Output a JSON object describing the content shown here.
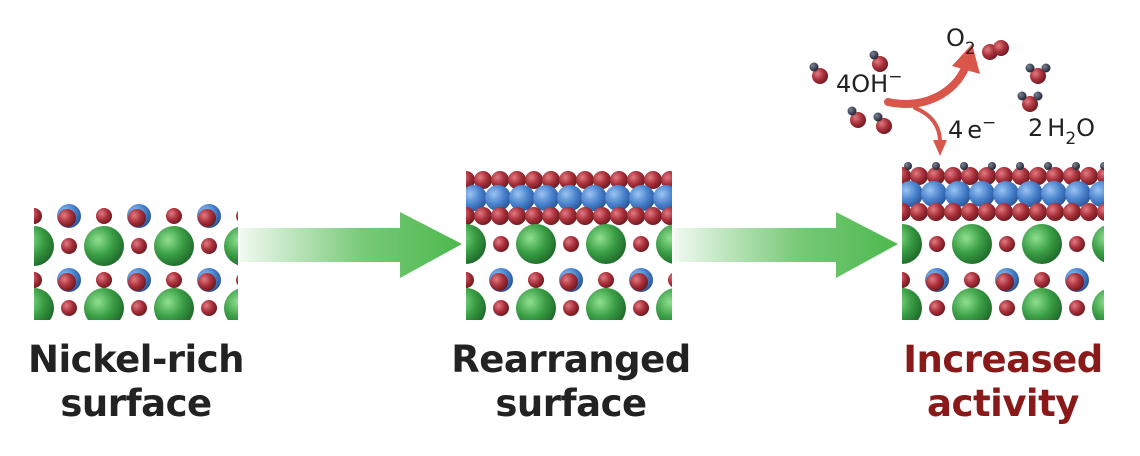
{
  "colors": {
    "ni": "#3a9e45",
    "fe": "#4a84cf",
    "o": "#a8303a",
    "h": "#333a4a",
    "arrow": "#4cb84c",
    "reaction_arrow": "#d9574a",
    "caption_dark": "#222222",
    "caption_red": "#8a1a1a"
  },
  "panels": [
    {
      "name": "nickel-rich",
      "caption_lines": [
        "Nickel-rich",
        "surface"
      ],
      "style": "dark"
    },
    {
      "name": "rearranged",
      "caption_lines": [
        "Rearranged",
        "surface"
      ],
      "style": "dark"
    },
    {
      "name": "increased",
      "caption_lines": [
        "Increased",
        "activity"
      ],
      "style": "red"
    }
  ],
  "reaction": {
    "reactant": {
      "coef": "4",
      "base": "OH",
      "sup": "−"
    },
    "electrons": {
      "coef": "4",
      "base": "e",
      "sup": "−"
    },
    "oxygen": {
      "base": "O",
      "sub": "2"
    },
    "water": {
      "coef": "2",
      "h": "H",
      "sub": "2",
      "o": "O"
    }
  },
  "icons": [
    "process-arrow-icon",
    "process-arrow-icon",
    "reaction-arrow-icon"
  ]
}
